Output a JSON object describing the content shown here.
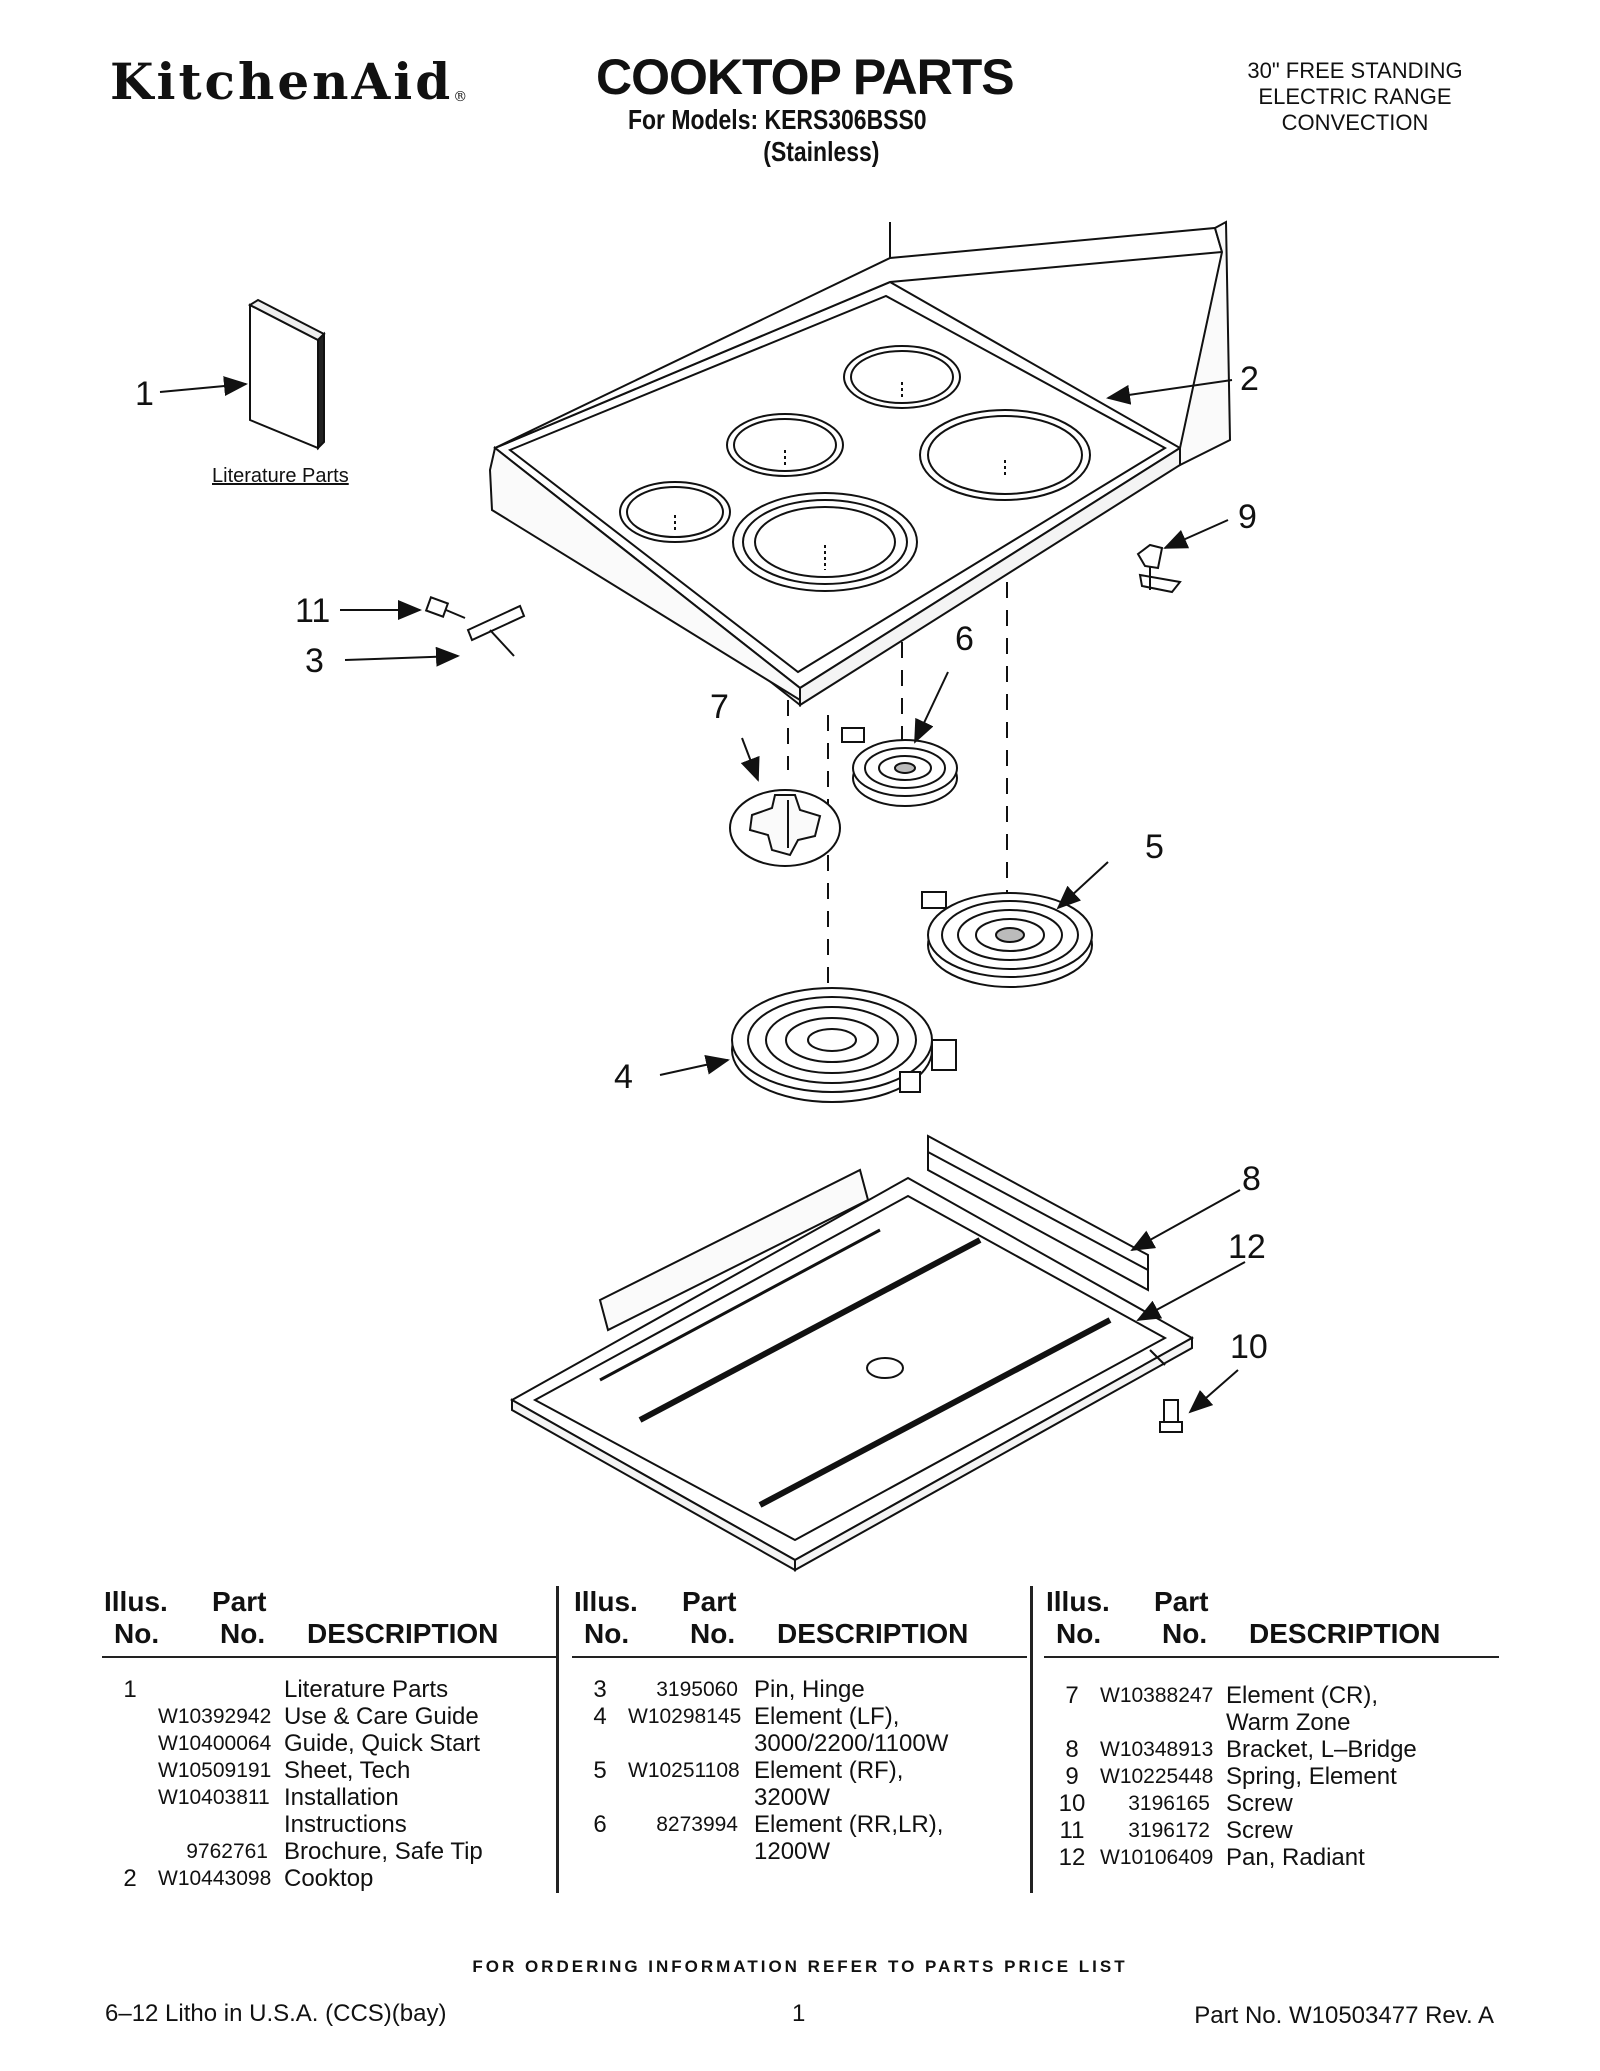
{
  "header": {
    "brand": "KitchenAid",
    "brand_mark": "®",
    "title": "COOKTOP PARTS",
    "models_line": "For Models: KERS306BSS0",
    "finish": "(Stainless)",
    "range_info": [
      "30\" FREE STANDING",
      "ELECTRIC RANGE",
      "CONVECTION"
    ]
  },
  "diagram": {
    "callouts": [
      "1",
      "2",
      "9",
      "11",
      "3",
      "6",
      "7",
      "5",
      "4",
      "8",
      "12",
      "10"
    ],
    "literature_label": "Literature Parts"
  },
  "table_headers": {
    "illus_line1": "Illus.",
    "illus_line2": "No.",
    "part_line1": "Part",
    "part_line2": "No.",
    "description": "DESCRIPTION"
  },
  "parts_tables": [
    {
      "rows": [
        {
          "illus": "1",
          "part": "",
          "desc": "Literature Parts"
        },
        {
          "illus": "",
          "part": "W10392942",
          "desc": "Use & Care Guide"
        },
        {
          "illus": "",
          "part": "W10400064",
          "desc": "Guide, Quick Start"
        },
        {
          "illus": "",
          "part": "W10509191",
          "desc": "Sheet, Tech"
        },
        {
          "illus": "",
          "part": "W10403811",
          "desc": "Installation"
        },
        {
          "illus": "",
          "part": "",
          "desc": "Instructions"
        },
        {
          "illus": "",
          "part": "9762761",
          "desc": "Brochure, Safe Tip"
        },
        {
          "illus": "2",
          "part": "W10443098",
          "desc": "Cooktop"
        }
      ]
    },
    {
      "rows": [
        {
          "illus": "3",
          "part": "3195060",
          "desc": "Pin, Hinge"
        },
        {
          "illus": "4",
          "part": "W10298145",
          "desc": "Element (LF),"
        },
        {
          "illus": "",
          "part": "",
          "desc": "3000/2200/1100W"
        },
        {
          "illus": "5",
          "part": "W10251108",
          "desc": "Element (RF),"
        },
        {
          "illus": "",
          "part": "",
          "desc": "3200W"
        },
        {
          "illus": "6",
          "part": "8273994",
          "desc": "Element (RR,LR),"
        },
        {
          "illus": "",
          "part": "",
          "desc": "1200W"
        }
      ]
    },
    {
      "rows": [
        {
          "illus": "7",
          "part": "W10388247",
          "desc": "Element (CR),"
        },
        {
          "illus": "",
          "part": "",
          "desc": "Warm Zone"
        },
        {
          "illus": "8",
          "part": "W10348913",
          "desc": "Bracket, L–Bridge"
        },
        {
          "illus": "9",
          "part": "W10225448",
          "desc": "Spring, Element"
        },
        {
          "illus": "10",
          "part": "3196165",
          "desc": "Screw"
        },
        {
          "illus": "11",
          "part": "3196172",
          "desc": "Screw"
        },
        {
          "illus": "12",
          "part": "W10106409",
          "desc": "Pan, Radiant"
        }
      ]
    }
  ],
  "footer": {
    "ordering_note": "FOR ORDERING INFORMATION REFER TO PARTS PRICE LIST",
    "litho": "6–12 Litho in U.S.A. (CCS)(bay)",
    "page_number": "1",
    "part_no": "Part No. W10503477 Rev. A"
  }
}
